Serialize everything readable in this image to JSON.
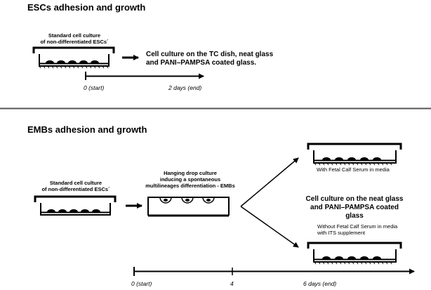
{
  "section1": {
    "title": "ESCs adhesion and growth",
    "culture_label": [
      "Standard cell culture",
      "of non-differentiated ESCs´"
    ],
    "result_label": [
      "Cell culture on the TC dish, neat glass",
      "and PANI–PAMPSA coated glass."
    ],
    "timeline": {
      "start": "0 (start)",
      "end": "2 days (end)"
    }
  },
  "section2": {
    "title": "EMBs adhesion and growth",
    "culture_label": [
      "Standard cell culture",
      "of non-differentiated ESCs´"
    ],
    "hanging_drop_label": [
      "Hanging drop culture",
      "inducing a spontaneous",
      "multilineages differentiation - EMBs"
    ],
    "with_serum_label": "With Fetal Calf Serum in media",
    "result_label": [
      "Cell culture on the neat glass",
      "and PANI–PAMPSA coated",
      "glass"
    ],
    "without_serum_label": [
      "Without Fetal Calf Serum in media",
      "with ITS supplement"
    ],
    "timeline": {
      "start": "0 (start)",
      "mid": "4",
      "end": "6 days (end)"
    }
  }
}
